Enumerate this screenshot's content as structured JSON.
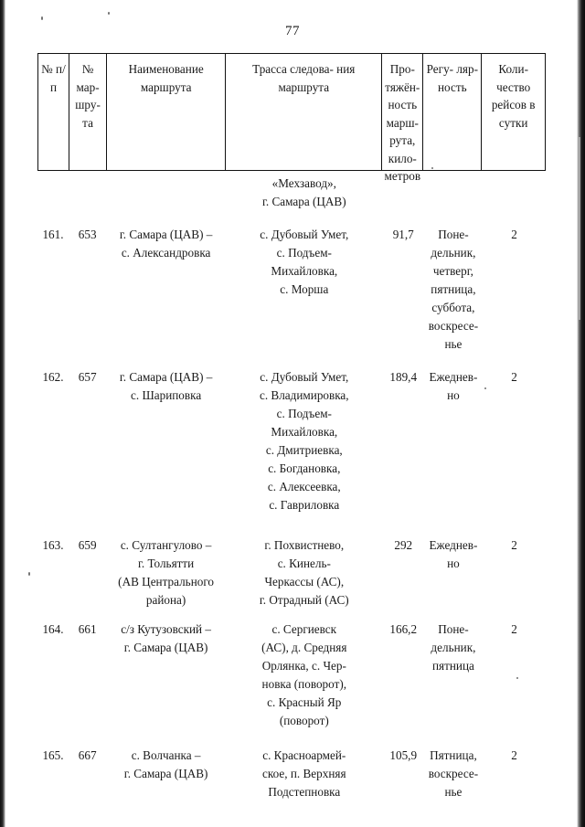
{
  "document": {
    "page_number": "77"
  },
  "table": {
    "headers": [
      "№\nп/п",
      "№\nмар-\nшру-\nта",
      "Наименование\nмаршрута",
      "Трасса следова-\nния маршрута",
      "Про-\nтяжён-\nность\nмарш-\nрута,\nкило-\nметров",
      "Регу-\nляр-\nность",
      "Коли-\nчество\nрейсов\nв сутки"
    ],
    "continuation_row": {
      "number": "",
      "route_number": "",
      "route_name": "",
      "route_path": "«Мехзавод»,\nг. Самара (ЦАВ)",
      "length_km": "",
      "regularity": "",
      "trips_per_day": ""
    },
    "rows": [
      {
        "number": "161.",
        "route_number": "653",
        "route_name": "г. Самара (ЦАВ) –\nс. Александровка",
        "route_path": "с. Дубовый Умет,\nс. Подъем-\nМихайловка,\nс. Морша",
        "length_km": "91,7",
        "regularity": "Поне-\nдельник,\nчетверг,\nпятница,\nсуббота,\nвоскресе-\nнье",
        "trips_per_day": "2"
      },
      {
        "number": "162.",
        "route_number": "657",
        "route_name": "г. Самара (ЦАВ) –\nс. Шариповка",
        "route_path": "с. Дубовый Умет,\nс. Владимировка,\nс. Подъем-\nМихайловка,\nс. Дмитриевка,\nс. Богдановка,\nс. Алексеевка,\nс. Гавриловка",
        "length_km": "189,4",
        "regularity": "Ежеднев-\nно",
        "trips_per_day": "2"
      },
      {
        "number": "163.",
        "route_number": "659",
        "route_name": "с. Султангулово –\nг. Тольятти\n(АВ Центрального\nрайона)",
        "route_path": "г. Похвистнево,\nс. Кинель-\nЧеркассы (АС),\nг. Отрадный (АС)",
        "length_km": "292",
        "regularity": "Ежеднев-\nно",
        "trips_per_day": "2"
      },
      {
        "number": "164.",
        "route_number": "661",
        "route_name": "с/з Кутузовский –\nг. Самара (ЦАВ)",
        "route_path": "с. Сергиевск\n(АС), д. Средняя\nОрлянка, с. Чер-\nновка (поворот),\nс. Красный Яр\n(поворот)",
        "length_km": "166,2",
        "regularity": "Поне-\nдельник,\nпятница",
        "trips_per_day": "2"
      },
      {
        "number": "165.",
        "route_number": "667",
        "route_name": "с. Волчанка –\nг. Самара (ЦАВ)",
        "route_path": "с. Красноармей-\nское, п. Верхняя\nПодстепновка",
        "length_km": "105,9",
        "regularity": "Пятница,\nвоскресе-\nнье",
        "trips_per_day": "2"
      }
    ]
  }
}
